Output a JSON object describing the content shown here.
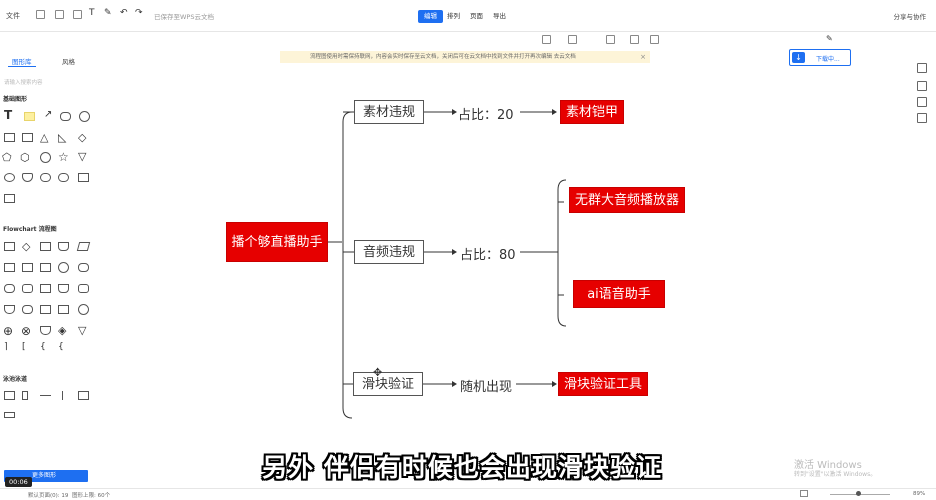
{
  "topbar": {
    "file_label": "文件",
    "save_status": "已保存至WPS云文档",
    "tabs": [
      "编辑",
      "排列",
      "页面",
      "导出"
    ],
    "share_label": "分享与协作"
  },
  "notice": {
    "text": "流程图使用时需保持联网，内容会实时保存至云文档，关闭后可在云文档中找到文件并打开再次编辑 去云文档",
    "close": "×"
  },
  "download": {
    "label": "下载中..."
  },
  "left_panel": {
    "tabs": [
      "图形库",
      "风格"
    ],
    "search_placeholder": "请输入搜索内容",
    "sections": [
      "基础图形",
      "Flowchart 流程图",
      "泳池泳道"
    ],
    "more_button": "更多图形"
  },
  "mindmap": {
    "root": "播个够直播助手",
    "branches": [
      {
        "label": "素材违规",
        "detail": "占比：20",
        "targets": [
          "素材铠甲"
        ]
      },
      {
        "label": "音频违规",
        "detail": "占比：80",
        "targets": [
          "无群大音频播放器",
          "ai语音助手"
        ]
      },
      {
        "label": "滑块验证",
        "detail": "随机出现",
        "targets": [
          "滑块验证工具"
        ]
      }
    ]
  },
  "statusbar": {
    "left": "默认页面(0): 19",
    "middle": "图形上限: 60个",
    "zoom": "89%"
  },
  "timecode": "00:06",
  "subtitle": "另外 伴侣有时候也会出现滑块验证",
  "watermark": {
    "line1": "激活 Windows",
    "line2": "转到\"设置\"以激活 Windows。"
  },
  "colors": {
    "accent": "#1e6ff1",
    "red_node": "#e60000"
  }
}
